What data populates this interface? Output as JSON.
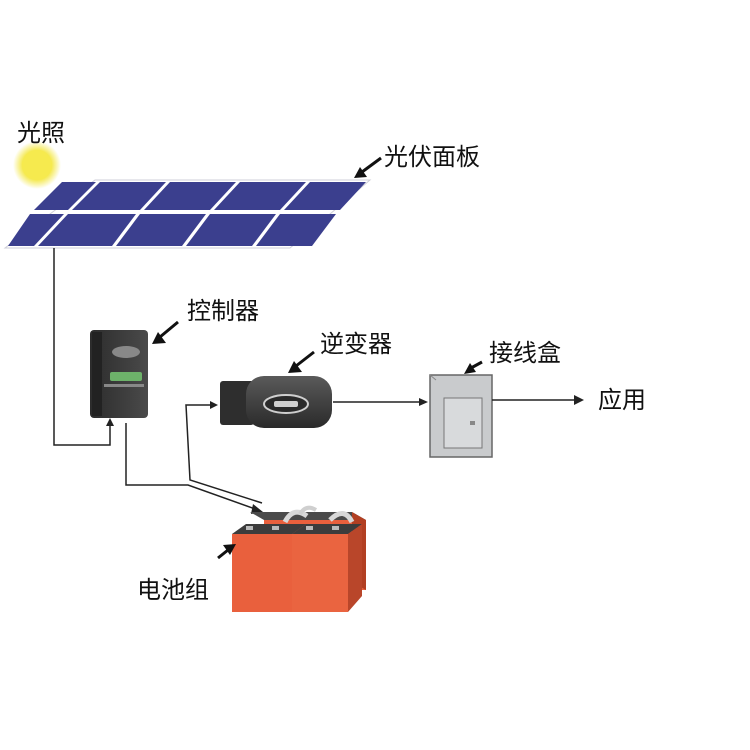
{
  "labels": {
    "sunlight": "光照",
    "pv_panel": "光伏面板",
    "controller": "控制器",
    "inverter": "逆变器",
    "junction_box": "接线盒",
    "application": "应用",
    "battery_bank": "电池组"
  },
  "colors": {
    "sun": "#f4e84a",
    "panel_cell": "#3b3f8e",
    "panel_frame": "#ffffff",
    "controller_body": "#3a3a3a",
    "controller_display": "#6db26a",
    "inverter_body": "#3b3b3b",
    "junction_box": "#c9cbcd",
    "battery": "#e9603d",
    "wire": "#222222"
  },
  "icons": {
    "sun": "sun-icon",
    "pv_panel": "solar-panel-icon",
    "controller": "charge-controller-icon",
    "inverter": "inverter-icon",
    "junction_box": "junction-box-icon",
    "battery_bank": "battery-icon"
  }
}
